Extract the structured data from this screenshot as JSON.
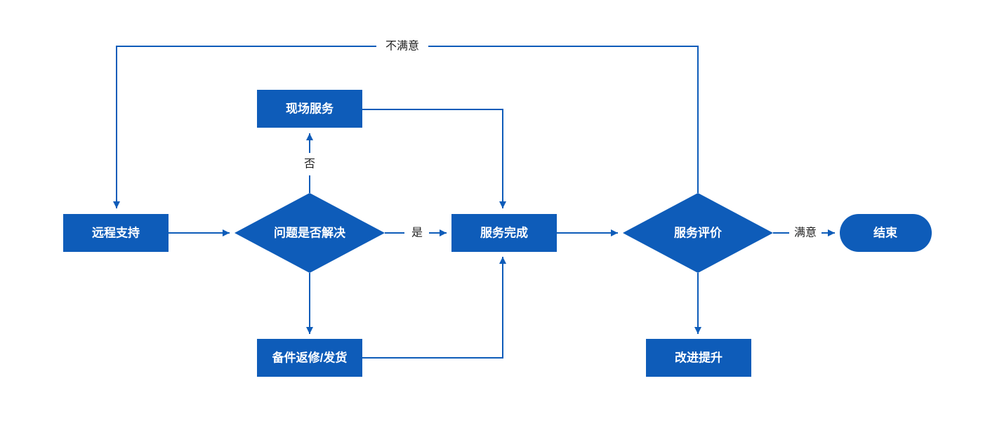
{
  "nodes": {
    "remote_support": "远程支持",
    "problem_solved": "问题是否解决",
    "onsite_service": "现场服务",
    "parts_repair": "备件返修/发货",
    "service_complete": "服务完成",
    "service_evaluation": "服务评价",
    "improve": "改进提升",
    "end": "结束"
  },
  "edges": {
    "no": "否",
    "yes": "是",
    "satisfied": "满意",
    "unsatisfied": "不满意"
  },
  "colors": {
    "primary": "#0E5CB9",
    "node_text": "#FFFFFF",
    "label_text": "#222222"
  }
}
